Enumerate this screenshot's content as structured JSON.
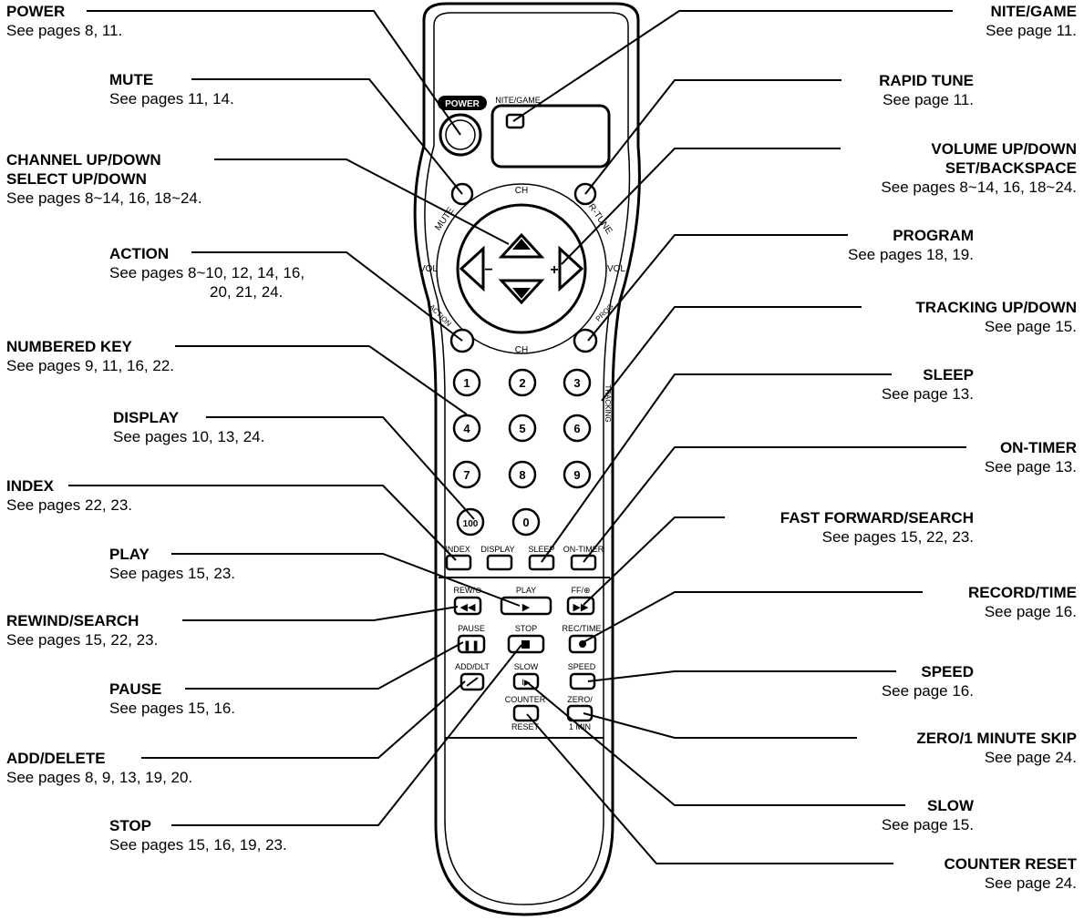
{
  "callouts": {
    "power": {
      "title": "POWER",
      "ref": "See pages 8, 11."
    },
    "mute": {
      "title": "MUTE",
      "ref": "See pages 11, 14."
    },
    "channel": {
      "title": "CHANNEL UP/DOWN",
      "title2": "SELECT UP/DOWN",
      "ref": "See pages 8~14, 16, 18~24."
    },
    "action": {
      "title": "ACTION",
      "ref": "See pages  8~10, 12, 14, 16,",
      "ref2": "20, 21, 24."
    },
    "numbered_key": {
      "title": "NUMBERED KEY",
      "ref": "See pages 9, 11, 16, 22."
    },
    "display": {
      "title": "DISPLAY",
      "ref": "See pages 10, 13, 24."
    },
    "index": {
      "title": "INDEX",
      "ref": "See pages 22, 23."
    },
    "play": {
      "title": "PLAY",
      "ref": "See pages 15, 23."
    },
    "rewind": {
      "title": "REWIND/SEARCH",
      "ref": "See pages 15, 22, 23."
    },
    "pause": {
      "title": "PAUSE",
      "ref": "See pages 15, 16."
    },
    "add_delete": {
      "title": "ADD/DELETE",
      "ref": "See pages 8, 9, 13, 19, 20."
    },
    "stop": {
      "title": "STOP",
      "ref": "See pages 15, 16, 19, 23."
    },
    "nite_game": {
      "title": "NITE/GAME",
      "ref": "See page 11."
    },
    "rapid_tune": {
      "title": "RAPID TUNE",
      "ref": "See page 11."
    },
    "volume": {
      "title": "VOLUME UP/DOWN",
      "title2": "SET/BACKSPACE",
      "ref": "See pages 8~14, 16, 18~24."
    },
    "program": {
      "title": "PROGRAM",
      "ref": "See pages 18, 19."
    },
    "tracking": {
      "title": "TRACKING UP/DOWN",
      "ref": "See page 15."
    },
    "sleep": {
      "title": "SLEEP",
      "ref": "See page 13."
    },
    "on_timer": {
      "title": "ON-TIMER",
      "ref": "See page 13."
    },
    "fast_forward": {
      "title": "FAST FORWARD/SEARCH",
      "ref": "See pages 15, 22, 23."
    },
    "record_time": {
      "title": "RECORD/TIME",
      "ref": "See page 16."
    },
    "speed": {
      "title": "SPEED",
      "ref": "See page 16."
    },
    "zero_skip": {
      "title": "ZERO/1 MINUTE SKIP",
      "ref": "See page 24."
    },
    "slow": {
      "title": "SLOW",
      "ref": "See page 15."
    },
    "counter_reset": {
      "title": "COUNTER RESET",
      "ref": "See page 24."
    }
  },
  "remote_labels": {
    "power": "POWER",
    "nite_game": "NITE/GAME",
    "ch": "CH",
    "mute": "MUTE",
    "r_tune": "R-TUNE",
    "vol": "VOL",
    "action": "ACTION",
    "prog": "PROG",
    "minus": "−",
    "plus": "+",
    "tracking": "TRACKING",
    "keys": [
      "1",
      "2",
      "3",
      "4",
      "5",
      "6",
      "7",
      "8",
      "9",
      "100",
      "0"
    ],
    "index": "INDEX",
    "display": "DISPLAY",
    "sleep": "SLEEP",
    "on_timer": "ON-TIMER",
    "rew": "REW/⊖",
    "play": "PLAY",
    "ff": "FF/⊕",
    "pause": "PAUSE",
    "stop": "STOP",
    "rec_time": "REC/TIME",
    "add_dlt": "ADD/DLT",
    "slow": "SLOW",
    "speed": "SPEED",
    "counter": "COUNTER",
    "reset": "RESET",
    "zero": "ZERO/",
    "one_min": "1 MIN"
  }
}
